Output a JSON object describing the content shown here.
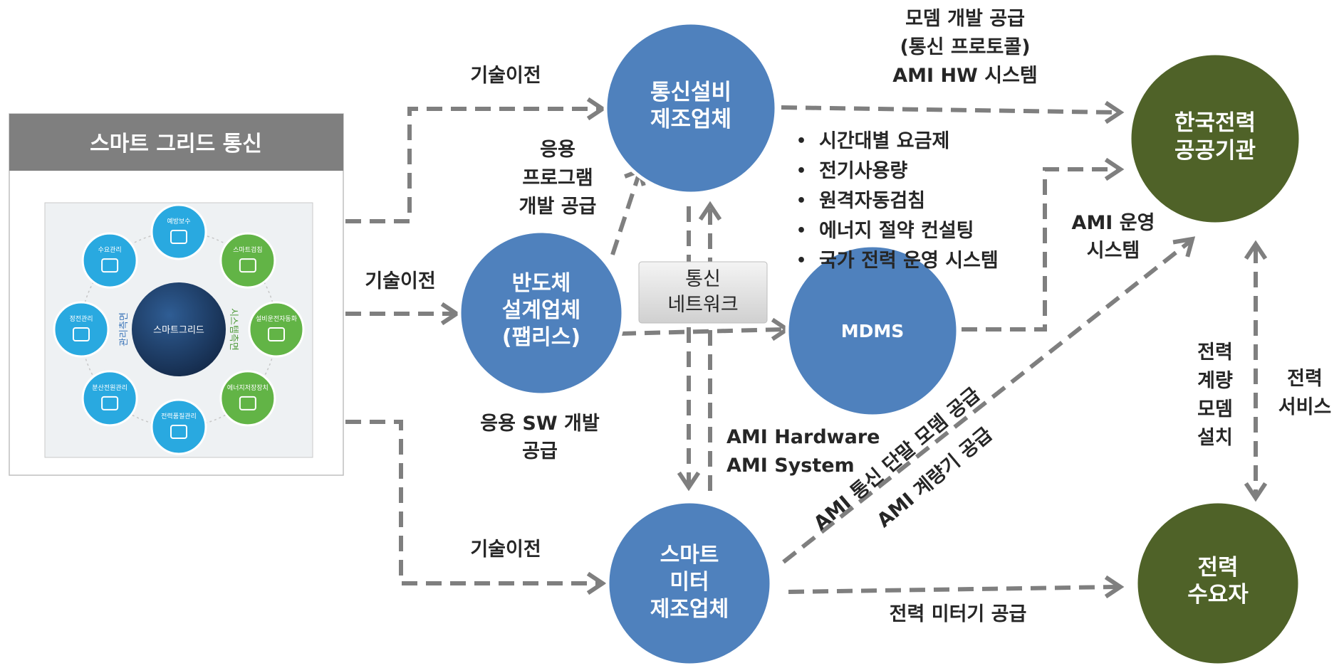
{
  "left_panel": {
    "title": "스마트 그리드 통신",
    "center": "스마트그리드",
    "left_arc": "관리측면",
    "right_arc": "시스템측면",
    "items": [
      "예방보수",
      "스마트검침",
      "설비운전자동화",
      "에너지저장장치",
      "전력품질관리",
      "분산전원관리",
      "정전관리",
      "수요관리"
    ]
  },
  "nodes": {
    "comm_mfr": [
      "통신설비",
      "제조업체"
    ],
    "semi": [
      "반도체",
      "설계업체",
      "(팹리스)"
    ],
    "mdms": "MDMS",
    "meter_mfr": [
      "스마트",
      "미터",
      "제조업체"
    ],
    "kepco": [
      "한국전력",
      "공공기관"
    ],
    "consumer": [
      "전력",
      "수요자"
    ]
  },
  "network_box": [
    "통신",
    "네트워크"
  ],
  "labels": {
    "tech_transfer_top": "기술이전",
    "tech_transfer_mid": "기술이전",
    "tech_transfer_bottom": "기술이전",
    "app_program": [
      "응용",
      "프로그램",
      "개발 공급"
    ],
    "app_sw": [
      "응용 SW 개발",
      "공급"
    ],
    "modem_supply": [
      "모뎀 개발 공급",
      "(통신 프로토콜)",
      "AMI HW 시스템"
    ],
    "ami_ops": [
      "AMI 운영",
      "시스템"
    ],
    "ami_hw": [
      "AMI Hardware",
      "AMI System"
    ],
    "ami_comm": [
      "AMI 통신 단말 모뎀 공급",
      "AMI 계량기 공급"
    ],
    "meter_supply": "전력 미터기 공급",
    "meter_install": [
      "전력",
      "계량",
      "모뎀",
      "설치"
    ],
    "power_service": [
      "전력",
      "서비스"
    ]
  },
  "bullets": [
    "시간대별 요금제",
    "전기사용량",
    "원격자동검침",
    "에너지 절약 컨설팅",
    "국가 전력 운영 시스템"
  ],
  "colors": {
    "blue_node": "#4f81bd",
    "green_node": "#4f6228",
    "arrow": "#7f7f7f",
    "panel_header": "#7f7f7f",
    "icon_blue": "#29a9e0",
    "icon_green": "#62b446",
    "center_dark": "#1f3c64"
  }
}
